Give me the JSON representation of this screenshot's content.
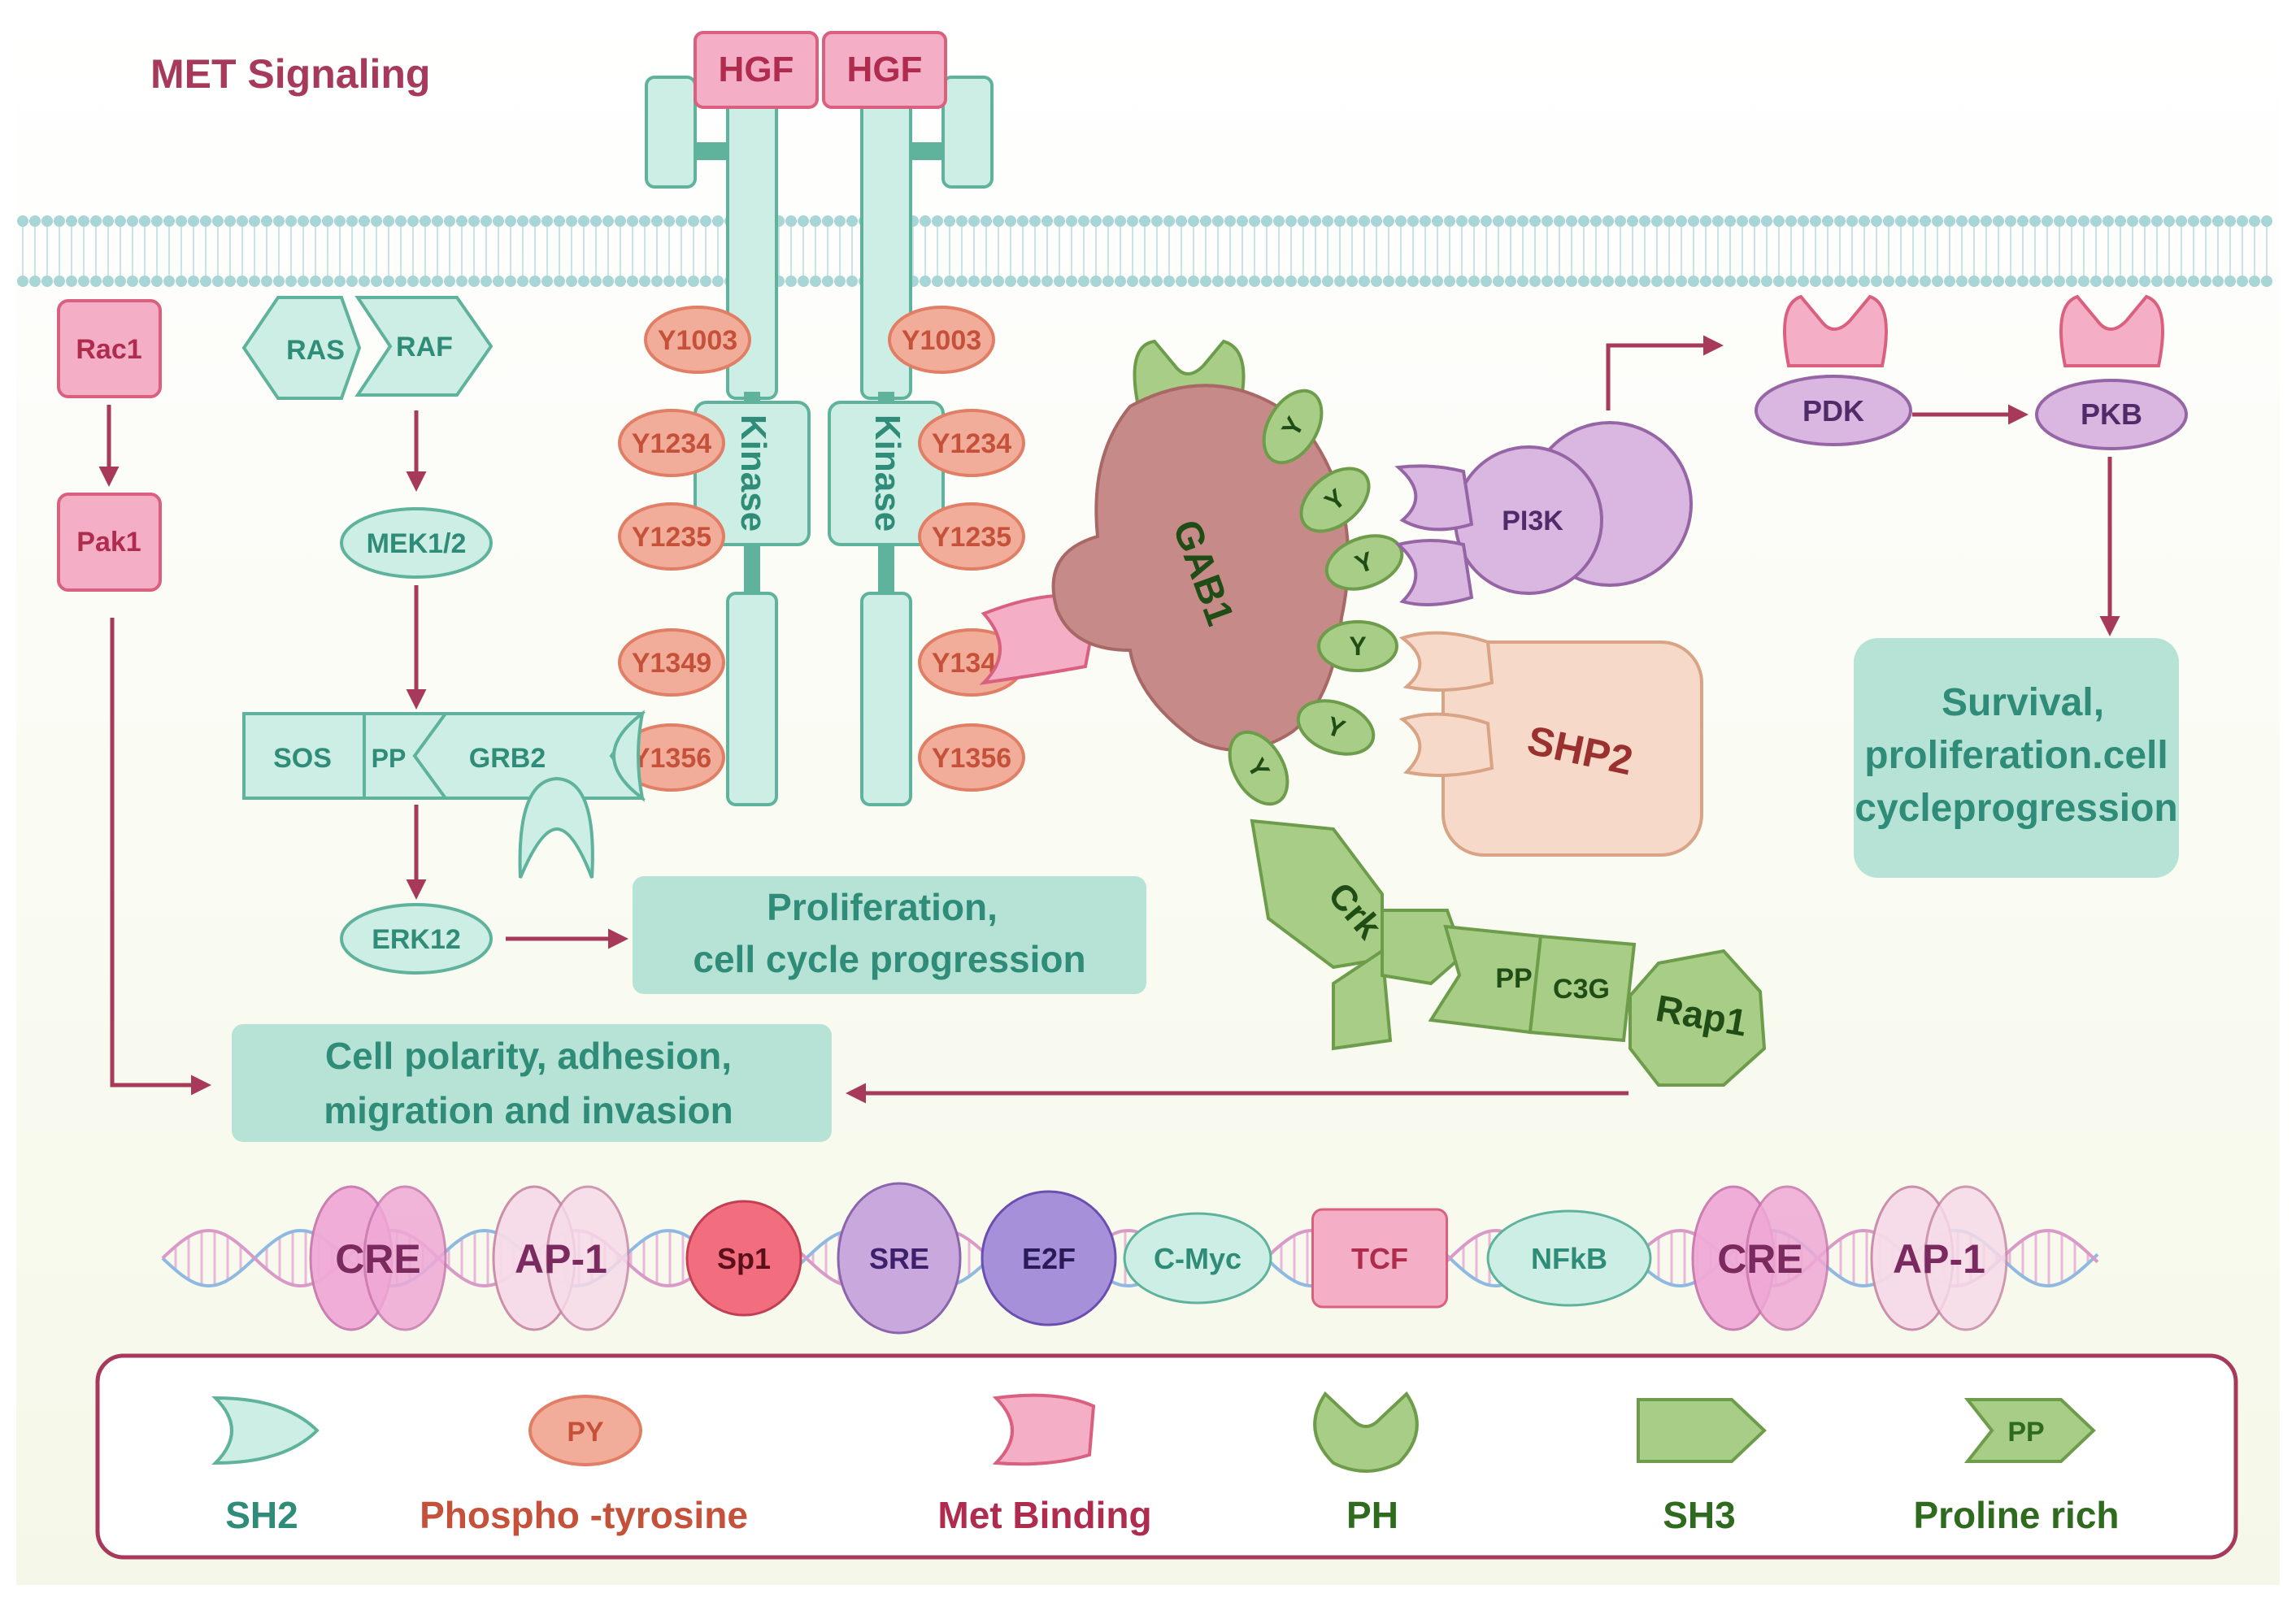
{
  "title": "MET Signaling",
  "colors": {
    "title": "#a73a5a",
    "teal_fill": "#cdeee4",
    "teal_stroke": "#5fb39c",
    "teal_text": "#2f8c78",
    "outcome_fill": "#b6e3d6",
    "pink_fill": "#f4aec6",
    "pink_stroke": "#d9607e",
    "pink_text": "#b02c4e",
    "py_fill": "#f2ad9a",
    "py_stroke": "#e07f66",
    "py_text": "#c6513a",
    "green_fill": "#a7cd86",
    "green_stroke": "#6d9d4a",
    "green_text": "#2f6b1e",
    "purple_fill": "#d9b7e1",
    "purple_stroke": "#9565a5",
    "purple_text": "#4e2c6a",
    "gab1_fill": "#c68a88",
    "shp2_fill": "#f6d9c8",
    "shp2_text": "#9b3030",
    "arrow": "#a73a5a",
    "membrane": "#a8d5d5"
  },
  "ligands": [
    "HGF",
    "HGF"
  ],
  "receptor": {
    "kinase_label": "Kinase",
    "left_sites": [
      "Y1003",
      "Y1234",
      "Y1235",
      "Y1349",
      "Y1356"
    ],
    "right_sites": [
      "Y1003",
      "Y1234",
      "Y1235",
      "Y1349",
      "Y1356"
    ]
  },
  "pathway_rac": {
    "rac1": "Rac1",
    "pak1": "Pak1"
  },
  "pathway_mapk": {
    "ras": "RAS",
    "raf": "RAF",
    "mek": "MEK1/2",
    "sos": "SOS",
    "pp": "PP",
    "grb2": "GRB2",
    "erk": "ERK12"
  },
  "gab1_complex": {
    "gab1": "GAB1",
    "y": "Y",
    "pi3k": "PI3K",
    "shp2": "SHP2",
    "crk": "Crk",
    "pp": "PP",
    "c3g": "C3G",
    "rap1": "Rap1"
  },
  "akt_pathway": {
    "pdk": "PDK",
    "pkb": "PKB"
  },
  "outcomes": {
    "proliferation": [
      "Proliferation,",
      "cell cycle progression"
    ],
    "polarity": [
      "Cell polarity, adhesion,",
      "migration and invasion"
    ],
    "survival": [
      "Survival,",
      "proliferation.cell",
      "cycleprogression"
    ]
  },
  "transcription_factors": [
    "CRE",
    "AP-1",
    "Sp1",
    "SRE",
    "E2F",
    "C-Myc",
    "TCF",
    "NFkB",
    "CRE",
    "AP-1"
  ],
  "legend": {
    "sh2": "SH2",
    "py_label": "PY",
    "phospho": "Phospho -tyrosine",
    "met_binding": "Met Binding",
    "ph": "PH",
    "sh3": "SH3",
    "pp_label": "PP",
    "proline": "Proline rich"
  }
}
